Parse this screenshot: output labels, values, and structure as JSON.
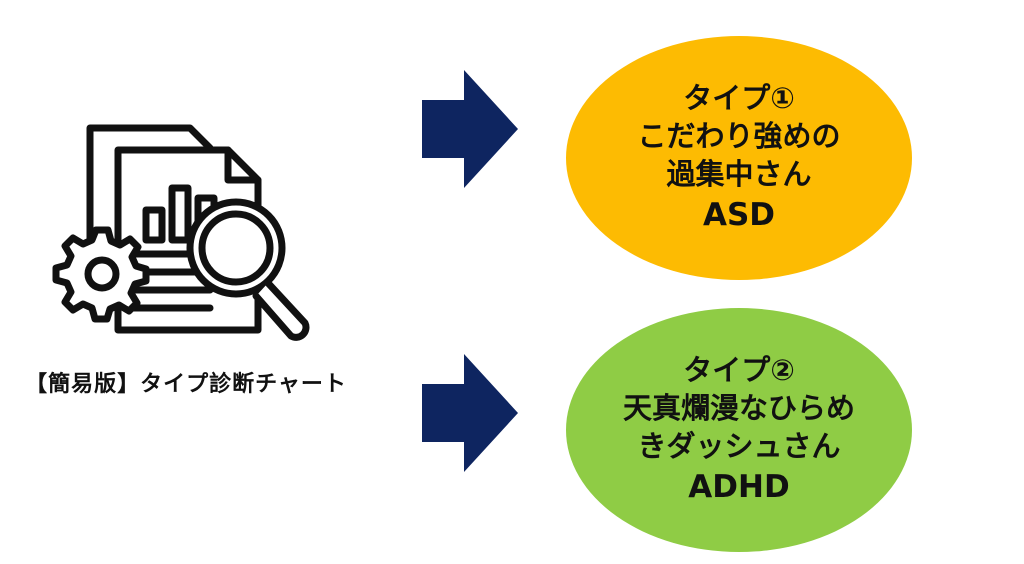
{
  "icon_name": "document-analysis-icon",
  "caption": "【簡易版】タイプ診断チャート",
  "colors": {
    "arrow": "#0E2560",
    "type1_bg": "#FDBB02",
    "type2_bg": "#8FCC45",
    "icon_stroke": "#111111"
  },
  "type1": {
    "heading": "タイプ①",
    "line1": "こだわり強めの",
    "line2": "過集中さん",
    "abbr": "ASD"
  },
  "type2": {
    "heading": "タイプ②",
    "line1": "天真爛漫なひらめ",
    "line2": "きダッシュさん",
    "abbr": "ADHD"
  }
}
